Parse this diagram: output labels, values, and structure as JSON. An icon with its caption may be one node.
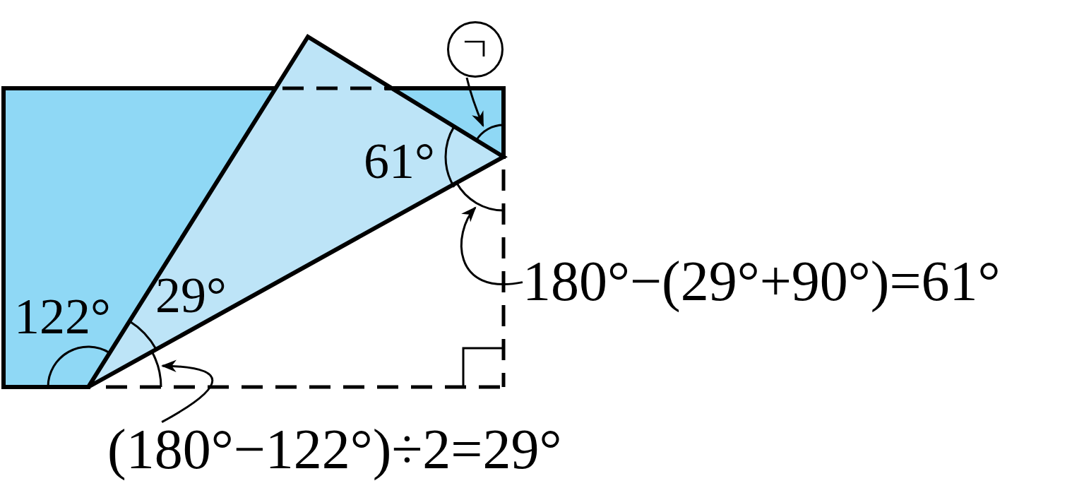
{
  "diagram": {
    "nodes": [
      {
        "text": [
          "ㄱ"
        ]
      },
      {
        "text": [
          "180°−(29°+90°)=61°"
        ]
      },
      {
        "text": [
          "(180°−122°)÷2=29°"
        ]
      }
    ],
    "edges": [
      {
        "from": 0,
        "to": null,
        "arrow": "to"
      },
      {
        "from": 1,
        "to": null,
        "arrow": "to"
      },
      {
        "from": 2,
        "to": null,
        "arrow": "to"
      }
    ],
    "labels": [
      "61°",
      "122°",
      "29°"
    ]
  }
}
